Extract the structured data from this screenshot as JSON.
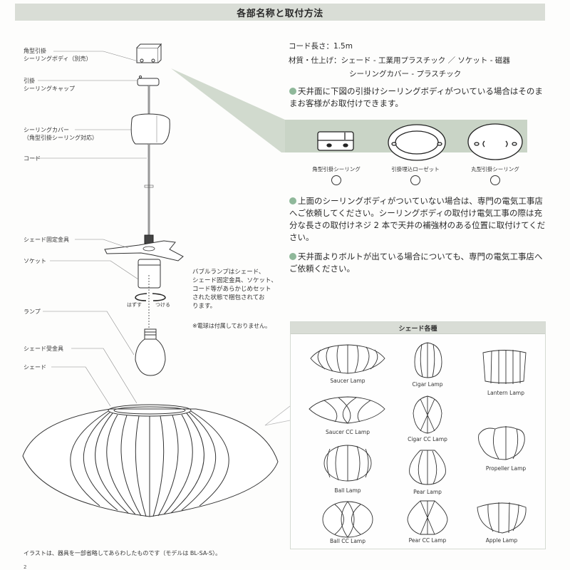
{
  "header": {
    "title": "各部名称と取付方法"
  },
  "parts": [
    {
      "label": "角型引掛\nシーリングボディ（別売）"
    },
    {
      "label": "引掛\nシーリングキャップ"
    },
    {
      "label": "シーリングカバー\n（角型引掛シーリング対応）"
    },
    {
      "label": "コード"
    },
    {
      "label": "シェード固定金具"
    },
    {
      "label": "ソケット"
    },
    {
      "label": "ランプ"
    },
    {
      "label": "シェード受金具"
    },
    {
      "label": "シェード"
    }
  ],
  "rotation": {
    "remove": "はずす",
    "attach": "つける"
  },
  "package_note": "バブルランプはシェード、\nシェード固定金具、ソケット、\nコード等があらかじめセット\nされた状態で梱包されてお\nります。",
  "bulb_note": "※電球は付属しておりません。",
  "specs": {
    "cord_length": "コード長さ：1.5m",
    "materials_line1": "材質・仕上げ：シェード - 工業用プラスチック ／ ソケット - 磁器",
    "materials_line2": "シーリングカバー - プラスチック"
  },
  "instructions": [
    {
      "text": "天井面に下図の引掛けシーリングボディがついている場合はそのままお客様がお取付けできます。"
    },
    {
      "text": "上面のシーリングボディがついていない場合は、専門の電気工事店へご依頼してください。シーリングボディの取付け電気工事の際は充分な長さの取付けネジ 2 本で天井の補強材のある位置に取付けてください。"
    },
    {
      "text": "天井面よりボルトが出ている場合についても、専門の電気工事店へご依頼ください。"
    }
  ],
  "ceiling_types": [
    {
      "label": "角型引掛シーリング",
      "ok": "○"
    },
    {
      "label": "引掛埋込ローゼット",
      "ok": "○"
    },
    {
      "label": "丸型引掛シーリング",
      "ok": "○"
    }
  ],
  "shade_panel": {
    "title": "シェード各種",
    "shades": [
      {
        "name": "Saucer Lamp"
      },
      {
        "name": "Cigar Lamp"
      },
      {
        "name": "Lantern Lamp"
      },
      {
        "name": "Saucer CC Lamp"
      },
      {
        "name": "Cigar CC Lamp"
      },
      {
        "name": "Propeller Lamp"
      },
      {
        "name": "Ball Lamp"
      },
      {
        "name": "Pear Lamp"
      },
      {
        "name": "Ball CC Lamp"
      },
      {
        "name": "Pear CC Lamp"
      },
      {
        "name": "Apple Lamp"
      }
    ]
  },
  "footer": {
    "caption": "イラストは、器具を一部省略してあらわしたものです（モデルは BL-SA-S）。",
    "page": "2"
  },
  "colors": {
    "band": "#d9ddd6",
    "accent_green": "#8fb89a",
    "callout_green": "#c9d4c6"
  }
}
